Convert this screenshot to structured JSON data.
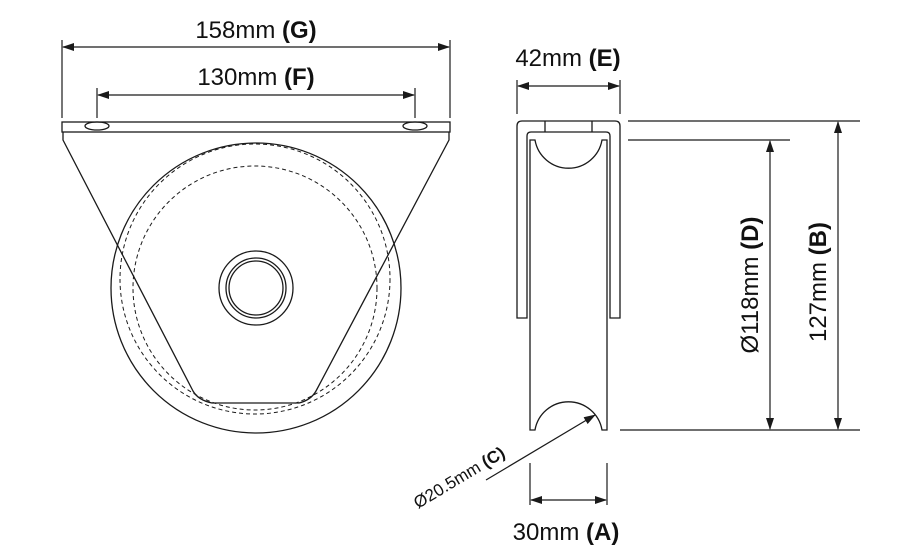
{
  "dimensions": {
    "G": {
      "value": "158mm",
      "label": "(G)"
    },
    "F": {
      "value": "130mm",
      "label": "(F)"
    },
    "E": {
      "value": "42mm",
      "label": "(E)"
    },
    "D": {
      "value": "Ø118mm",
      "label": "(D)"
    },
    "B": {
      "value": "127mm",
      "label": "(B)"
    },
    "C": {
      "value": "Ø20.5mm",
      "label": "(C)"
    },
    "A": {
      "value": "30mm",
      "label": "(A)"
    }
  }
}
